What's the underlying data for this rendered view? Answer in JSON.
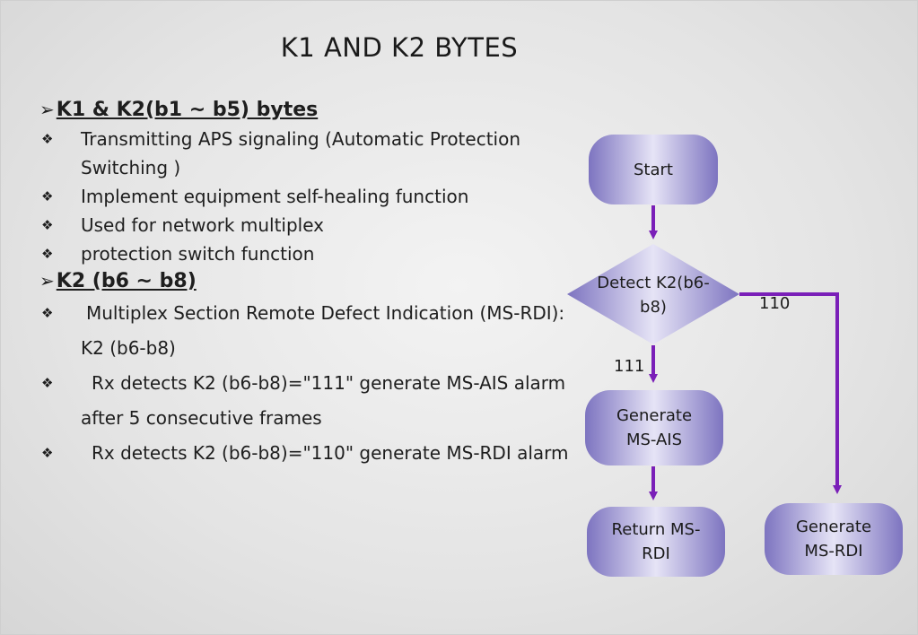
{
  "slide": {
    "title": "K1 AND K2 BYTES",
    "sections": [
      {
        "heading": "K1 & K2(b1 ~ b5) bytes",
        "bullets": [
          "Transmitting APS signaling (Automatic Protection Switching )",
          "Implement equipment self-healing function",
          "Used for network multiplex",
          "protection switch function"
        ]
      },
      {
        "heading": "K2 (b6 ~ b8)",
        "bullets": [
          "Multiplex Section Remote Defect Indication (MS-RDI): K2 (b6-b8)",
          "Rx detects K2 (b6-b8)=\"111\" generate MS-AIS alarm after 5 consecutive frames",
          "Rx detects K2 (b6-b8)=\"110\" generate MS-RDI alarm"
        ]
      }
    ]
  },
  "flowchart": {
    "start": "Start",
    "decision": "Detect K2(b6-b8)",
    "edge_111": "111",
    "edge_110": "110",
    "gen_ais": "Generate MS-AIS",
    "return_rdi": "Return MS-RDI",
    "gen_rdi": "Generate MS-RDI",
    "arrow_color": "#7a1fb8",
    "node_color": "#7d74c0"
  }
}
